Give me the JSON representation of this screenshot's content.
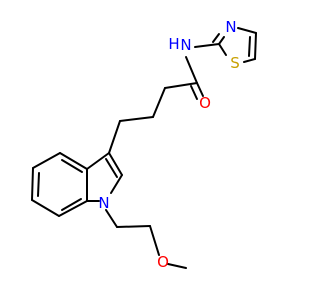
{
  "molecule": {
    "atoms": [
      {
        "id": "NH",
        "text": "N",
        "sub": "H",
        "color": "#0000ff"
      },
      {
        "id": "N_thiazole",
        "text": "N",
        "color": "#0000ff"
      },
      {
        "id": "S",
        "text": "S",
        "color": "#c8a000"
      },
      {
        "id": "O_amide",
        "text": "O",
        "color": "#ff0000"
      },
      {
        "id": "N_indole",
        "text": "N",
        "color": "#0000ff"
      },
      {
        "id": "O_ether",
        "text": "O",
        "color": "#ff0000"
      }
    ]
  }
}
